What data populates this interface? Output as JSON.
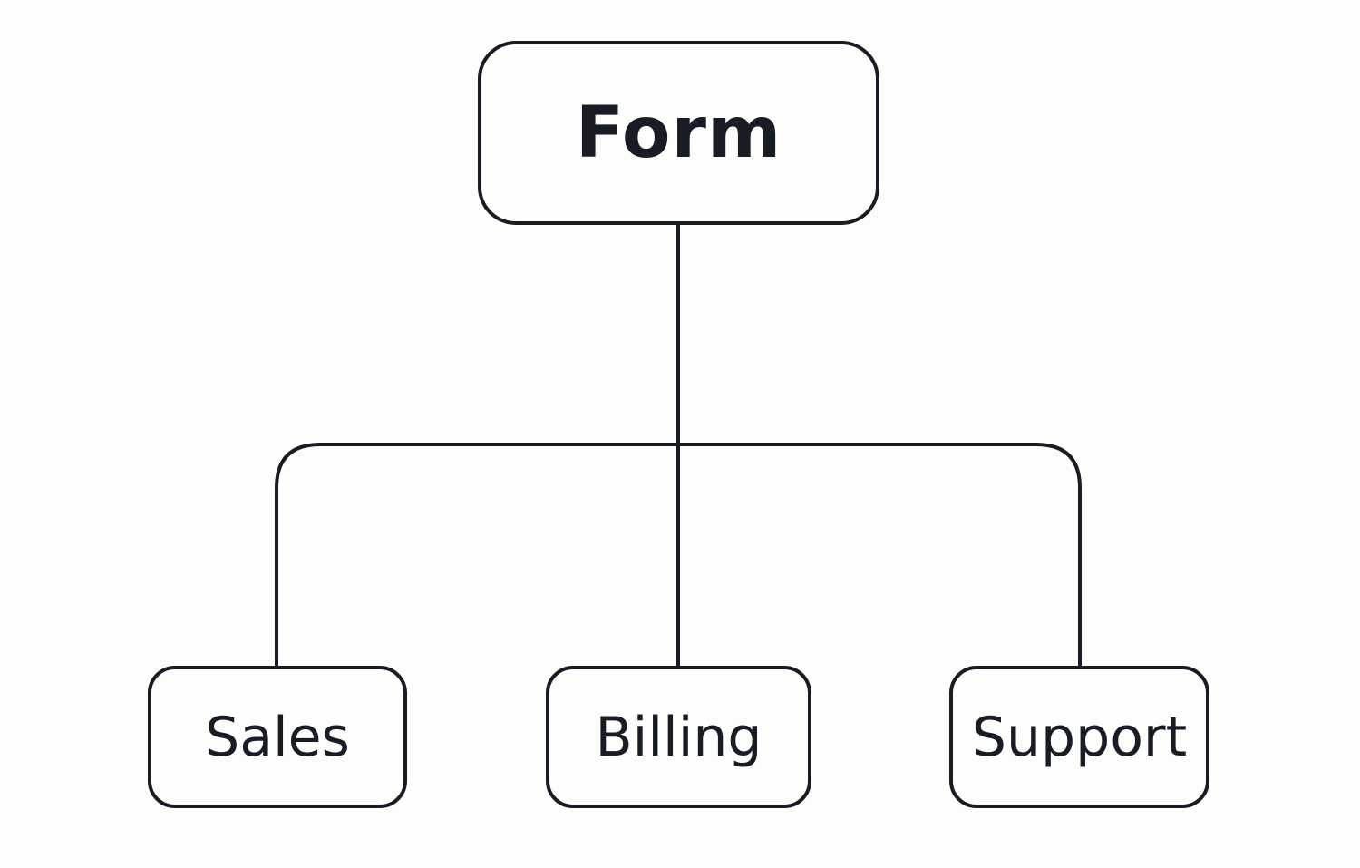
{
  "diagram": {
    "root": {
      "label": "Form"
    },
    "children": [
      {
        "label": "Sales"
      },
      {
        "label": "Billing"
      },
      {
        "label": "Support"
      }
    ]
  },
  "colors": {
    "stroke": "#171c25",
    "text": "#171c25",
    "background": "#fdfdfc"
  }
}
